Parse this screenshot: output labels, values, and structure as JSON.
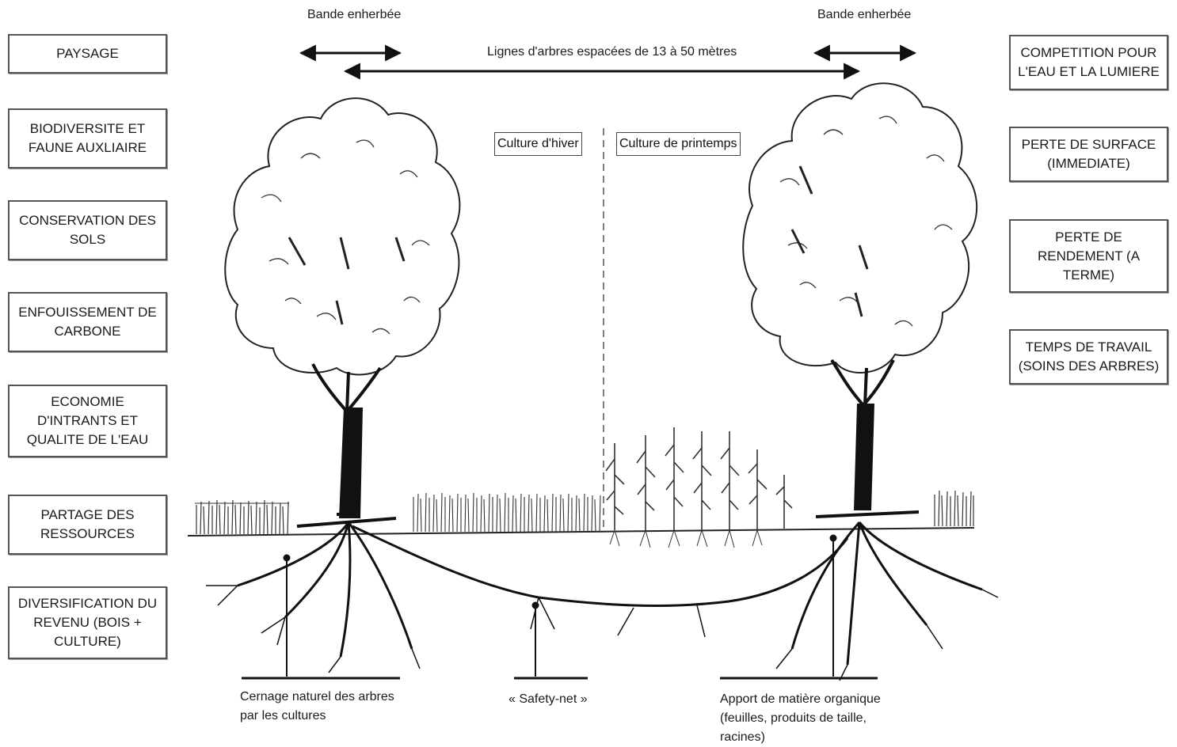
{
  "benefits": [
    "PAYSAGE",
    "BIODIVERSITE ET\nFAUNE AUXLIAIRE",
    "CONSERVATION DES\nSOLS",
    "ENFOUISSEMENT DE\nCARBONE",
    "ECONOMIE\nD'INTRANTS ET\nQUALITE DE L'EAU",
    "PARTAGE DES\nRESSOURCES",
    "DIVERSIFICATION DU\nREVENU (BOIS +\nCULTURE)"
  ],
  "constraints": [
    "COMPETITION POUR\nL'EAU ET LA LUMIERE",
    "PERTE DE SURFACE\n(IMMEDIATE)",
    "PERTE DE\nRENDEMENT (A\nTERME)",
    "TEMPS DE TRAVAIL\n(SOINS DES ARBRES)"
  ],
  "top": {
    "grass_strip_left": "Bande enherbée",
    "grass_strip_right": "Bande enherbée",
    "tree_spacing": "Lignes d'arbres espacées de 13 à 50 mètres"
  },
  "crops": {
    "winter": "Culture d'hiver",
    "spring": "Culture de printemps"
  },
  "bottom": {
    "root_pruning": "Cernage naturel des arbres\npar les cultures",
    "safety_net": "« Safety-net »",
    "organic_matter": "Apport de matière organique\n(feuilles, produits de taille,\nracines)"
  }
}
